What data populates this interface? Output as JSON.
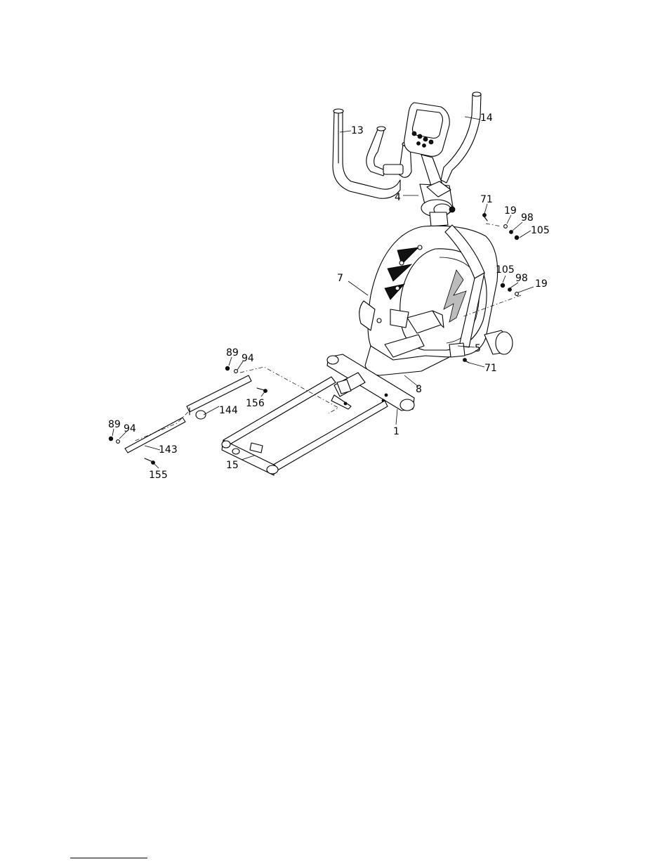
{
  "labels": {
    "l1": "1",
    "l4": "4",
    "l5": "5",
    "l7": "7",
    "l8": "8",
    "l13": "13",
    "l14": "14",
    "l15": "15",
    "l19a": "19",
    "l19b": "19",
    "l71a": "71",
    "l71b": "71",
    "l89a": "89",
    "l89b": "89",
    "l94a": "94",
    "l94b": "94",
    "l98a": "98",
    "l98b": "98",
    "l105a": "105",
    "l105b": "105",
    "l143": "143",
    "l144": "144",
    "l155": "155",
    "l156": "156"
  }
}
